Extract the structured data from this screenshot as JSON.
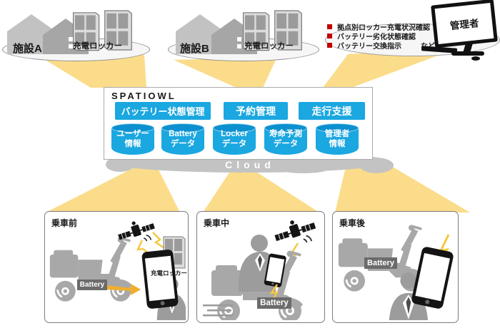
{
  "facilities": [
    {
      "name": "施設A",
      "locker": "充電ロッカー"
    },
    {
      "name": "施設B",
      "locker": "充電ロッカー"
    }
  ],
  "admin": {
    "title": "管理者",
    "tasks": [
      "拠点別ロッカー充電状況確認",
      "バッテリー劣化状態確認",
      "バッテリー交換指示"
    ],
    "etc": "など"
  },
  "platform": {
    "name": "SPATIOWL",
    "functions": [
      "バッテリー状態管理",
      "予約管理",
      "走行支援"
    ],
    "databases": [
      {
        "line1": "ユーザー",
        "line2": "情報"
      },
      {
        "line1": "Battery",
        "line2": "データ"
      },
      {
        "line1": "Locker",
        "line2": "データ"
      },
      {
        "line1": "寿命予測",
        "line2": "データ"
      },
      {
        "line1": "管理者",
        "line2": "情報"
      }
    ],
    "cloud": "Cloud"
  },
  "scenes": [
    {
      "title": "乗車前",
      "battery": "Battery",
      "locker": "充電ロッカー"
    },
    {
      "title": "乗車中",
      "battery": "Battery"
    },
    {
      "title": "乗車後",
      "battery": "Battery"
    }
  ],
  "colors": {
    "accent_blue": "#1ba7e0",
    "cylinder_top_blue": "#0d90cf",
    "beam_yellow": "#fbdc8a",
    "bolt_yellow": "#f6c83f",
    "arrow_gold": "#efae2e",
    "cloud_gray": "#c3c3c3",
    "silhouette_gray": "#a8a8a8",
    "battery_gray": "#6b6b6b",
    "bullet_red": "#c00000"
  }
}
